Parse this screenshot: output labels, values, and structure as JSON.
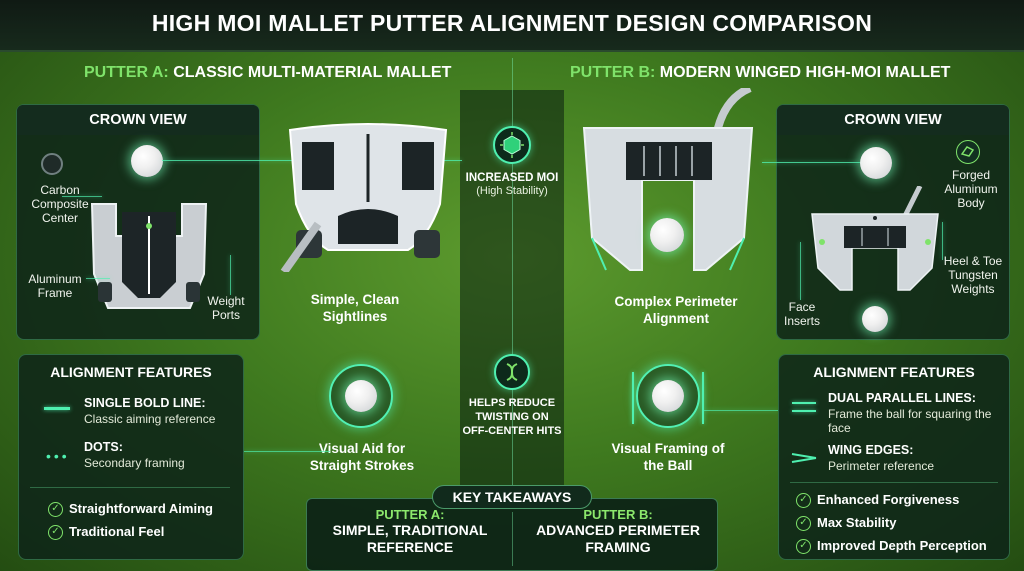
{
  "title": "HIGH MOI MALLET PUTTER ALIGNMENT DESIGN COMPARISON",
  "putter_a": {
    "key": "PUTTER A:",
    "name": "CLASSIC MULTI-MATERIAL MALLET",
    "crown_view": {
      "title": "CROWN VIEW",
      "labels": {
        "carbon": "Carbon Composite Center",
        "aluminum": "Aluminum Frame",
        "weight": "Weight Ports"
      }
    },
    "callouts": {
      "sightlines": "Simple, Clean Sightlines",
      "visual_aid": "Visual Aid for Straight Strokes"
    },
    "features": {
      "title": "ALIGNMENT FEATURES",
      "items": [
        {
          "name": "SINGLE BOLD LINE:",
          "desc": "Classic aiming reference"
        },
        {
          "name": "DOTS:",
          "desc": "Secondary framing"
        }
      ],
      "checks": [
        "Straightforward Aiming",
        "Traditional Feel"
      ]
    }
  },
  "center": {
    "moi": "INCREASED MOI",
    "moi_sub": "(High Stability)",
    "twist": "HELPS REDUCE TWISTING ON OFF-CENTER HITS"
  },
  "putter_b": {
    "key": "PUTTER B:",
    "name": "MODERN WINGED HIGH-MOI MALLET",
    "crown_view": {
      "title": "CROWN VIEW",
      "labels": {
        "forged": "Forged Aluminum Body",
        "tungsten": "Heel & Toe Tungsten Weights",
        "face": "Face Inserts"
      }
    },
    "callouts": {
      "perimeter": "Complex Perimeter Alignment",
      "framing": "Visual Framing of the Ball"
    },
    "features": {
      "title": "ALIGNMENT FEATURES",
      "items": [
        {
          "name": "DUAL PARALLEL LINES:",
          "desc": "Frame the ball for squaring the face"
        },
        {
          "name": "WING EDGES:",
          "desc": "Perimeter reference"
        }
      ],
      "checks": [
        "Enhanced Forgiveness",
        "Max Stability",
        "Improved Depth Perception"
      ]
    }
  },
  "takeaways": {
    "title": "KEY TAKEAWAYS",
    "a_label": "PUTTER A:",
    "a_text": "SIMPLE, TRADITIONAL REFERENCE",
    "b_label": "PUTTER B:",
    "b_text": "ADVANCED PERIMETER FRAMING"
  },
  "colors": {
    "accent": "#7fe36a",
    "glow": "#4ff0b0",
    "panel": "#0e2418"
  }
}
